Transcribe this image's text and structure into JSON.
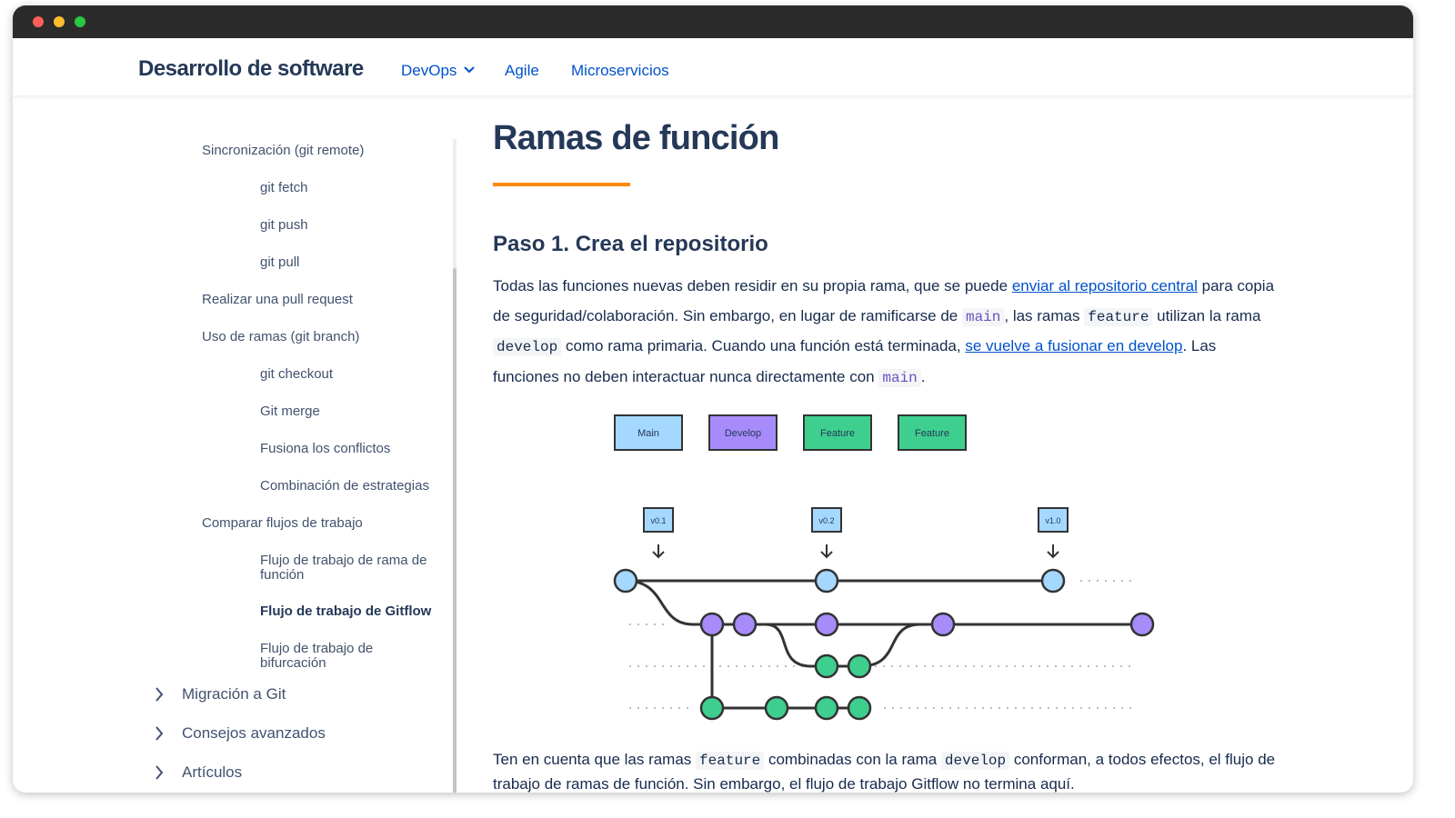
{
  "nav": {
    "brand": "Desarrollo de software",
    "links": [
      "DevOps",
      "Agile",
      "Microservicios"
    ]
  },
  "sidebar": {
    "items": [
      "Sincronización (git remote)",
      "git fetch",
      "git push",
      "git pull",
      "Realizar una pull request",
      "Uso de ramas (git branch)",
      "git checkout",
      "Git merge",
      "Fusiona los conflictos",
      "Combinación de estrategias",
      "Comparar flujos de trabajo",
      "Flujo de trabajo de rama de función",
      "Flujo de trabajo de Gitflow",
      "Flujo de trabajo de bifurcación"
    ],
    "sections": [
      "Migración a Git",
      "Consejos avanzados",
      "Artículos"
    ]
  },
  "article": {
    "title": "Ramas de función",
    "step_heading": "Paso 1. Crea el repositorio",
    "p1": {
      "t1": "Todas las funciones nuevas deben residir en su propia rama, que se puede ",
      "link1": "enviar al repositorio central",
      "t2": " para copia de seguridad/colaboración. Sin embargo, en lugar de ramificarse de ",
      "code_main": "main",
      "t3": ", las ramas ",
      "code_feature": "feature",
      "t4": " utilizan la rama ",
      "code_develop": "develop",
      "t5": " como rama primaria. Cuando una función está terminada, ",
      "link2": "se vuelve a fusionar en develop",
      "t6": ". Las funciones no deben interactuar nunca directamente con ",
      "code_main2": "main",
      "t7": "."
    },
    "p2": {
      "t1": "Ten en cuenta que las ramas ",
      "code_feature": "feature",
      "t2": " combinadas con la rama ",
      "code_develop": "develop",
      "t3": " conforman, a todos efectos, el flujo de trabajo de ramas de función. Sin embargo, el flujo de trabajo Gitflow no termina aquí."
    }
  },
  "diagram": {
    "legend": [
      "Main",
      "Develop",
      "Feature",
      "Feature"
    ],
    "tags": [
      "v0.1",
      "v0.2",
      "v1.0"
    ],
    "colors": {
      "main": "#a5d8ff",
      "develop": "#a78bfa",
      "feature": "#3ecf8e",
      "line": "#333333"
    }
  }
}
